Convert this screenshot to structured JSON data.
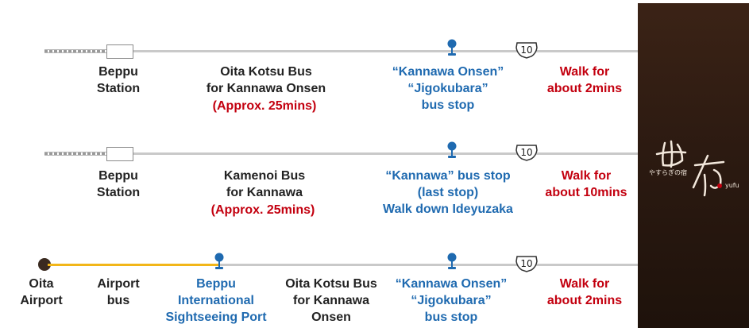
{
  "routes": [
    {
      "start_label": [
        "Beppu",
        "Station"
      ],
      "transport": [
        "Oita Kotsu Bus",
        "for Kannawa Onsen"
      ],
      "duration": "(Approx. 25mins)",
      "stop": [
        "“Kannawa Onsen”",
        "“Jigokubara”",
        "bus stop"
      ],
      "route_number": "10",
      "walk": [
        "Walk for",
        "about 2mins"
      ]
    },
    {
      "start_label": [
        "Beppu",
        "Station"
      ],
      "transport": [
        "Kamenoi Bus",
        "for Kannawa"
      ],
      "duration": "(Approx. 25mins)",
      "stop": [
        "“Kannawa” bus stop",
        "(last stop)",
        "Walk down Ideyuzaka"
      ],
      "route_number": "10",
      "walk": [
        "Walk for",
        "about 10mins"
      ]
    },
    {
      "origin": [
        "Oita",
        "Airport"
      ],
      "first_transport": [
        "Airport",
        "bus"
      ],
      "transfer": [
        "Beppu",
        "International",
        "Sightseeing Port"
      ],
      "transport": [
        "Oita Kotsu Bus",
        "for Kannawa",
        "Onsen"
      ],
      "stop": [
        "“Kannawa Onsen”",
        "“Jigokubara”",
        "bus stop"
      ],
      "route_number": "10",
      "walk": [
        "Walk for",
        "about 2mins"
      ]
    }
  ],
  "destination": {
    "logo_main": "由布",
    "logo_sub": "やすらぎの宿",
    "logo_roman": "yufu"
  },
  "colors": {
    "line": "#c9c9c9",
    "airport_line": "#f2b619",
    "duration_red": "#c3000f",
    "stop_blue": "#1f6ab0",
    "panel_brown": "#2c1a11"
  },
  "icons": {
    "bus_stop": "bus-stop-pin-icon",
    "route_sign": "route-10-sign-icon",
    "station": "station-box-icon"
  }
}
